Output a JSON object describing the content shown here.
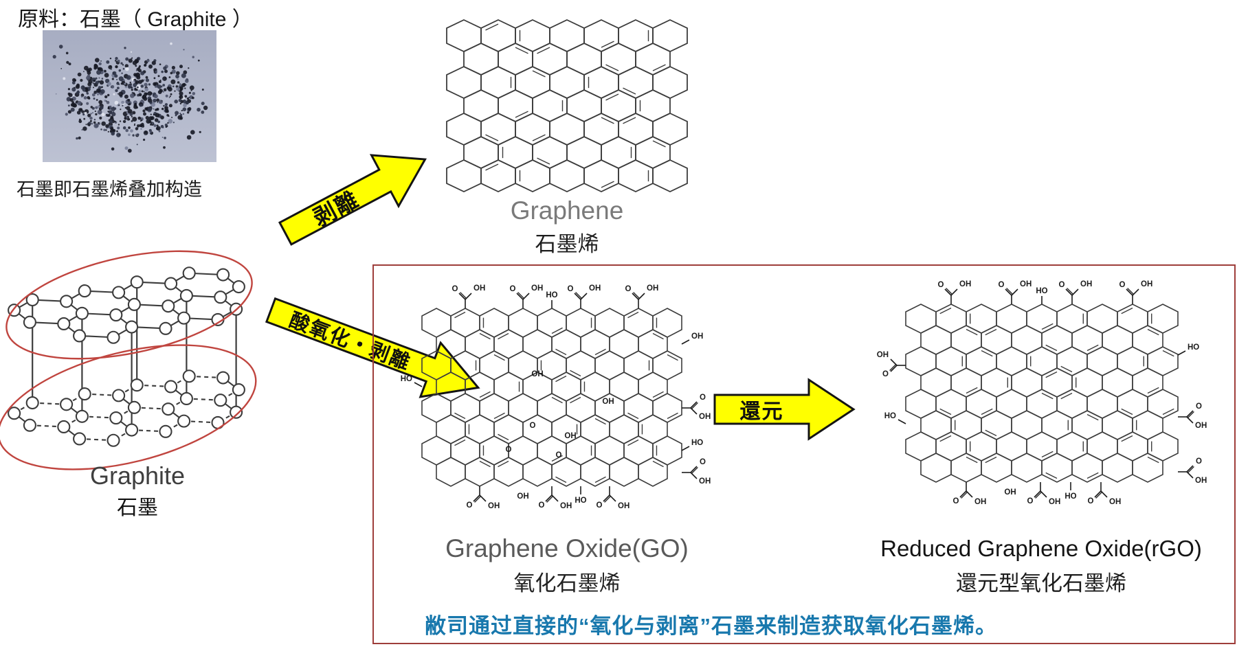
{
  "title": "原料：石墨（ Graphite ）",
  "graphite": {
    "caption": "石墨即石墨烯叠加构造",
    "en": "Graphite",
    "zh": "石墨"
  },
  "graphene": {
    "en": "Graphene",
    "zh": "石墨烯"
  },
  "go": {
    "en": "Graphene Oxide(GO)",
    "zh": "氧化石墨烯"
  },
  "rgo": {
    "en": "Reduced Graphene Oxide(rGO)",
    "zh": "還元型氧化石墨烯"
  },
  "arrows": {
    "exfoliation": "剥離",
    "acid": "酸氧化・剥離",
    "reduction": "還元"
  },
  "note": {
    "text": "敝司通过直接的“氧化与剥离”石墨来制造获取氧化石墨烯。"
  },
  "chem": {
    "o": "O",
    "oh": "OH",
    "ho": "HO"
  },
  "colors": {
    "arrow_fill": "#ffff00",
    "arrow_stroke": "#141414",
    "box_border": "#9e3d3a",
    "ellipse_red": "#c0453f",
    "lattice": "#3c3c3c",
    "chem_label": "#1b1b1b",
    "note_blue": "#1878ad",
    "label_gray": "#6f6f6f",
    "label_dark": "#1c1c1c",
    "photo_bg_top": "#a7adc2",
    "photo_bg_bottom": "#bdc2d3"
  }
}
